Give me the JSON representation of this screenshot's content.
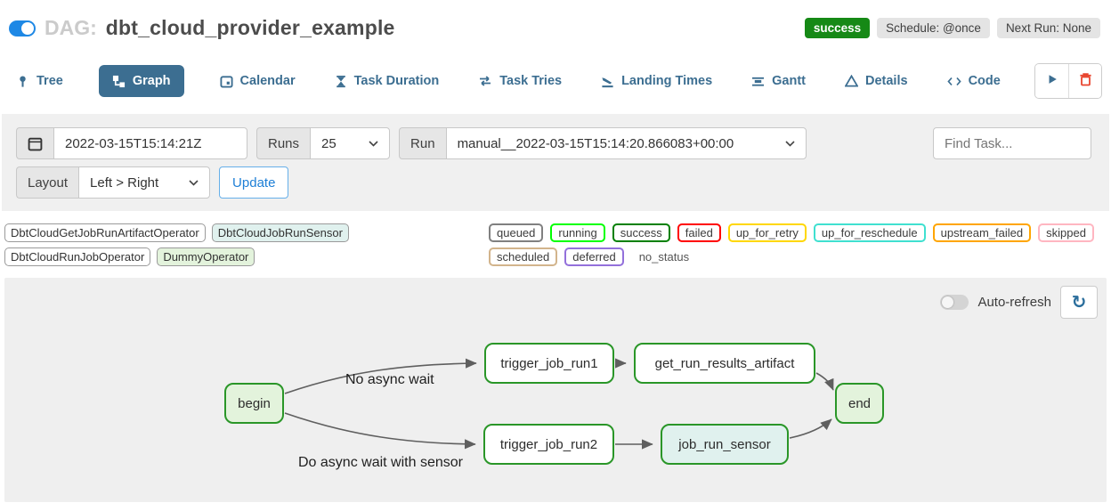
{
  "header": {
    "dag_label": "DAG:",
    "dag_title": "dbt_cloud_provider_example",
    "status_badge": "success",
    "schedule_badge": "Schedule: @once",
    "next_run_badge": "Next Run: None",
    "status_color": "#168916",
    "toggle_state": "on"
  },
  "tabs": [
    {
      "label": "Tree"
    },
    {
      "label": "Graph",
      "active": true
    },
    {
      "label": "Calendar"
    },
    {
      "label": "Task Duration"
    },
    {
      "label": "Task Tries"
    },
    {
      "label": "Landing Times"
    },
    {
      "label": "Gantt"
    },
    {
      "label": "Details"
    },
    {
      "label": "Code"
    }
  ],
  "filters": {
    "base_date": "2022-03-15T15:14:21Z",
    "runs_label": "Runs",
    "runs_value": "25",
    "run_label": "Run",
    "run_value": "manual__2022-03-15T15:14:20.866083+00:00",
    "find_task_placeholder": "Find Task...",
    "layout_label": "Layout",
    "layout_value": "Left > Right",
    "update_label": "Update"
  },
  "legend_operators": [
    {
      "label": "DbtCloudGetJobRunArtifactOperator",
      "fill": "#ffffff"
    },
    {
      "label": "DbtCloudJobRunSensor",
      "fill": "#e0f1ee"
    },
    {
      "label": "DbtCloudRunJobOperator",
      "fill": "#ffffff"
    },
    {
      "label": "DummyOperator",
      "fill": "#e3f3dc"
    }
  ],
  "legend_statuses": [
    {
      "label": "queued",
      "color": "#808080"
    },
    {
      "label": "running",
      "color": "#00ff00"
    },
    {
      "label": "success",
      "color": "#008000"
    },
    {
      "label": "failed",
      "color": "#ff0000"
    },
    {
      "label": "up_for_retry",
      "color": "#ffd700"
    },
    {
      "label": "up_for_reschedule",
      "color": "#40e0d0"
    },
    {
      "label": "upstream_failed",
      "color": "#ffa500"
    },
    {
      "label": "skipped",
      "color": "#ffb6c1"
    },
    {
      "label": "scheduled",
      "color": "#d2b48c"
    },
    {
      "label": "deferred",
      "color": "#9370db"
    },
    {
      "label": "no_status",
      "color": "transparent"
    }
  ],
  "graph": {
    "auto_refresh_label": "Auto-refresh",
    "auto_refresh_state": "off",
    "node_border": "#2a9628",
    "nodes": [
      {
        "label": "begin",
        "fill": "#e3f3dc"
      },
      {
        "label": "trigger_job_run1",
        "fill": "#ffffff"
      },
      {
        "label": "get_run_results_artifact",
        "fill": "#ffffff"
      },
      {
        "label": "end",
        "fill": "#e3f3dc"
      },
      {
        "label": "trigger_job_run2",
        "fill": "#ffffff"
      },
      {
        "label": "job_run_sensor",
        "fill": "#e0f1ee"
      }
    ],
    "edge_labels": [
      {
        "text": "No async wait"
      },
      {
        "text": "Do async wait with sensor"
      }
    ]
  }
}
